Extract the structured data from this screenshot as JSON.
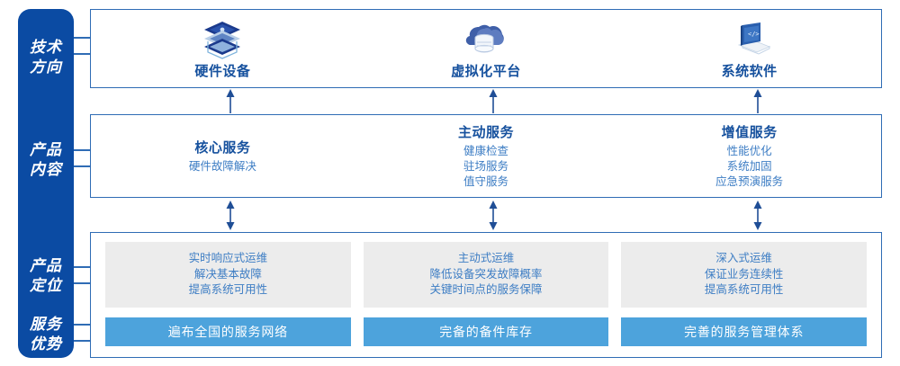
{
  "rail": {
    "items": [
      {
        "name": "tech-direction",
        "lines": [
          "技术",
          "方向"
        ]
      },
      {
        "name": "product-content",
        "lines": [
          "产品",
          "内容"
        ]
      },
      {
        "name": "product-positioning",
        "lines": [
          "产品",
          "定位"
        ]
      },
      {
        "name": "service-advantage",
        "lines": [
          "服务",
          "优势"
        ]
      }
    ]
  },
  "tech_row": {
    "columns": [
      {
        "icon": "server-stack-icon",
        "label": "硬件设备"
      },
      {
        "icon": "cloud-database-icon",
        "label": "虚拟化平台"
      },
      {
        "icon": "laptop-code-icon",
        "label": "系统软件"
      }
    ]
  },
  "content_row": {
    "columns": [
      {
        "title": "核心服务",
        "items": [
          "硬件故障解决"
        ]
      },
      {
        "title": "主动服务",
        "items": [
          "健康检查",
          "驻场服务",
          "值守服务"
        ]
      },
      {
        "title": "增值服务",
        "items": [
          "性能优化",
          "系统加固",
          "应急预演服务"
        ]
      }
    ]
  },
  "bottom_row": {
    "columns": [
      {
        "positioning": [
          "实时响应式运维",
          "解决基本故障",
          "提高系统可用性"
        ],
        "advantage": "遍布全国的服务网络"
      },
      {
        "positioning": [
          "主动式运维",
          "降低设备突发故障概率",
          "关键时间点的服务保障"
        ],
        "advantage": "完备的备件库存"
      },
      {
        "positioning": [
          "深入式运维",
          "保证业务连续性",
          "提高系统可用性"
        ],
        "advantage": "完善的服务管理体系"
      }
    ]
  },
  "colors": {
    "rail_bg": "#0b4ba3",
    "border_blue": "#2f6cb5",
    "title_blue": "#16519e",
    "text_blue": "#3d7dc4",
    "card_gray": "#ececec",
    "bar_blue": "#4da3dc",
    "arrow_blue": "#1f4e96"
  }
}
